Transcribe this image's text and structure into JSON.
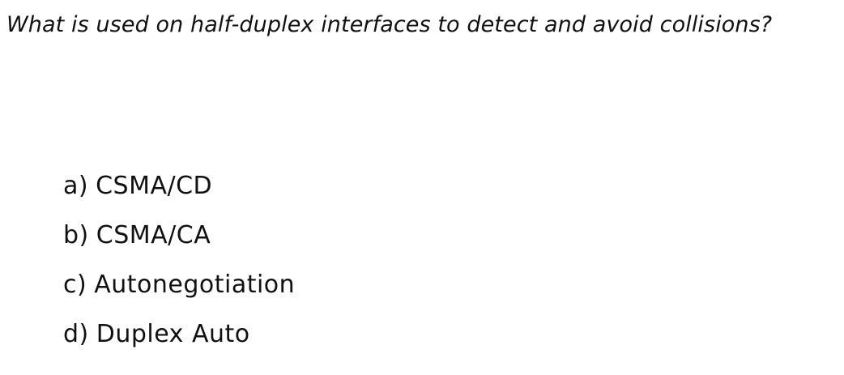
{
  "question": "What is used on half-duplex interfaces to detect and avoid collisions?",
  "options": [
    {
      "letter": "a)",
      "text": "CSMA/CD"
    },
    {
      "letter": "b)",
      "text": "CSMA/CA"
    },
    {
      "letter": "c)",
      "text": "Autonegotiation"
    },
    {
      "letter": "d)",
      "text": "Duplex Auto"
    }
  ]
}
